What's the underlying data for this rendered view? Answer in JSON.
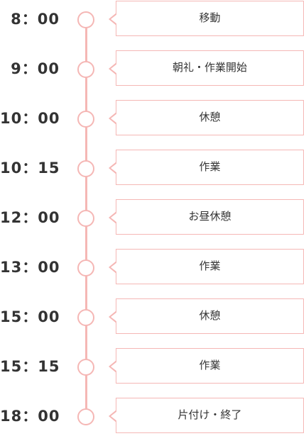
{
  "schedule": {
    "items": [
      {
        "time": "8：00",
        "activity": "移動"
      },
      {
        "time": "9：00",
        "activity": "朝礼・作業開始"
      },
      {
        "time": "10：00",
        "activity": "休憩"
      },
      {
        "time": "10：15",
        "activity": "作業"
      },
      {
        "time": "12：00",
        "activity": "お昼休憩"
      },
      {
        "time": "13：00",
        "activity": "作業"
      },
      {
        "time": "15：00",
        "activity": "休憩"
      },
      {
        "time": "15：15",
        "activity": "作業"
      },
      {
        "time": "18：00",
        "activity": "片付け・終了"
      }
    ]
  },
  "colors": {
    "accent": "#f5b7b5",
    "text": "#333333",
    "background": "#ffffff"
  }
}
